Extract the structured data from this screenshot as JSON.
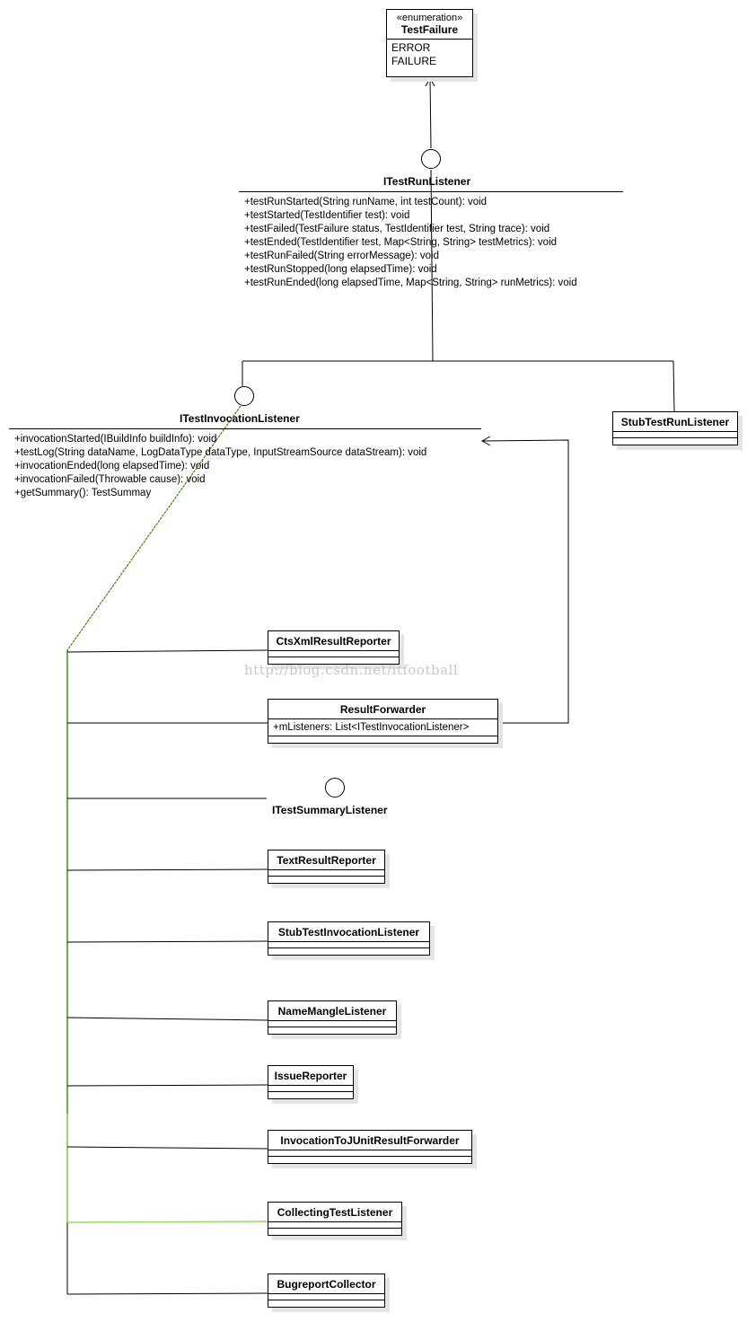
{
  "diagram": {
    "enumeration": {
      "stereotype": "«enumeration»",
      "name": "TestFailure",
      "literals": [
        "ERROR",
        "FAILURE"
      ]
    },
    "test_run_listener": {
      "name": "ITestRunListener",
      "operations": [
        "+testRunStarted(String runName, int testCount): void",
        "+testStarted(TestIdentifier test): void",
        "+testFailed(TestFailure status, TestIdentifier test, String trace): void",
        "+testEnded(TestIdentifier test, Map<String, String> testMetrics): void",
        "+testRunFailed(String errorMessage): void",
        "+testRunStopped(long elapsedTime): void",
        "+testRunEnded(long elapsedTime, Map<String, String> runMetrics): void"
      ]
    },
    "invocation_listener": {
      "name": "ITestInvocationListener",
      "operations": [
        "+invocationStarted(IBuildInfo buildInfo): void",
        "+testLog(String dataName, LogDataType dataType, InputStreamSource dataStream): void",
        "+invocationEnded(long elapsedTime): void",
        "+invocationFailed(Throwable cause): void",
        "+getSummary(): TestSummay"
      ]
    },
    "stub_test_run_listener": "StubTestRunListener",
    "summary_listener": "ITestSummaryListener",
    "result_forwarder": {
      "name": "ResultForwarder",
      "attribute": "+mListeners: List<ITestInvocationListener>"
    },
    "implementers": [
      "CtsXmlResultReporter",
      "TextResultReporter",
      "StubTestInvocationListener",
      "NameMangleListener",
      "IssueReporter",
      "InvocationToJUnitResultForwarder",
      "CollectingTestListener",
      "BugreportCollector"
    ],
    "watermark": "http://blog.csdn.net/itfootball",
    "colors": {
      "line": "#000000",
      "green_line": "#3a8a00",
      "light_green_line": "#8ee05a",
      "shadow": "#e4e4e4",
      "watermark": "#c8c8c8"
    }
  }
}
